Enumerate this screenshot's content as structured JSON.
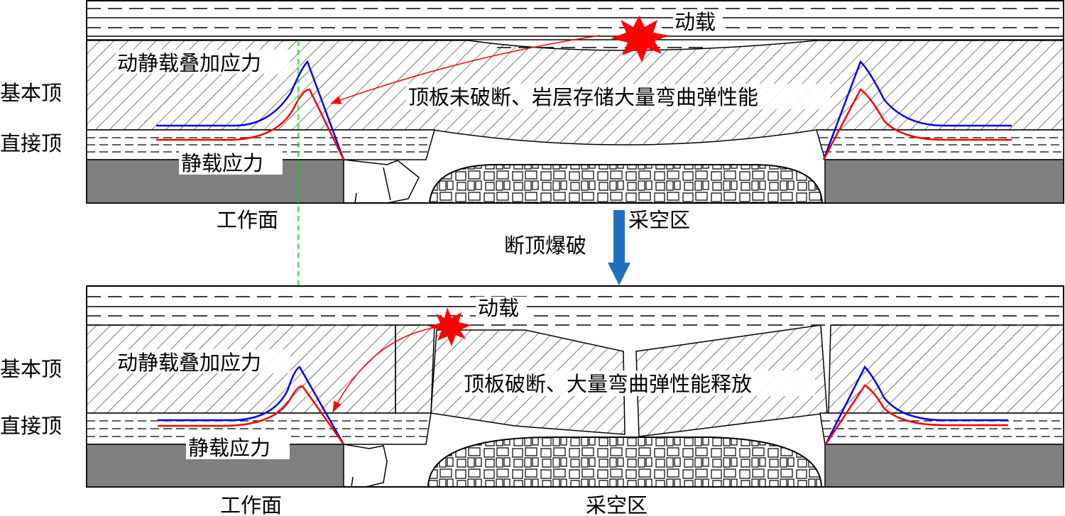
{
  "top_panel": {
    "dynamic_load": "动载",
    "superposed_stress": "动静载叠加应力",
    "main_text": "顶板未破断、岩层存储大量弯曲弹性能",
    "main_roof": "基本顶",
    "immediate_roof": "直接顶",
    "static_stress": "静载应力",
    "working_face": "工作面",
    "goaf": "采空区"
  },
  "transition": {
    "label": "断顶爆破"
  },
  "bottom_panel": {
    "dynamic_load": "动载",
    "superposed_stress": "动静载叠加应力",
    "main_text": "顶板破断、大量弯曲弹性能释放",
    "main_roof": "基本顶",
    "immediate_roof": "直接顶",
    "static_stress": "静载应力",
    "working_face": "工作面",
    "goaf": "采空区"
  },
  "colors": {
    "superposed_curve": "#0000ff",
    "static_curve": "#ff0000",
    "explosion": "#ff0000",
    "arrow": "#1f6fc0",
    "guide_line": "#00dd00",
    "coal": "#808080"
  }
}
